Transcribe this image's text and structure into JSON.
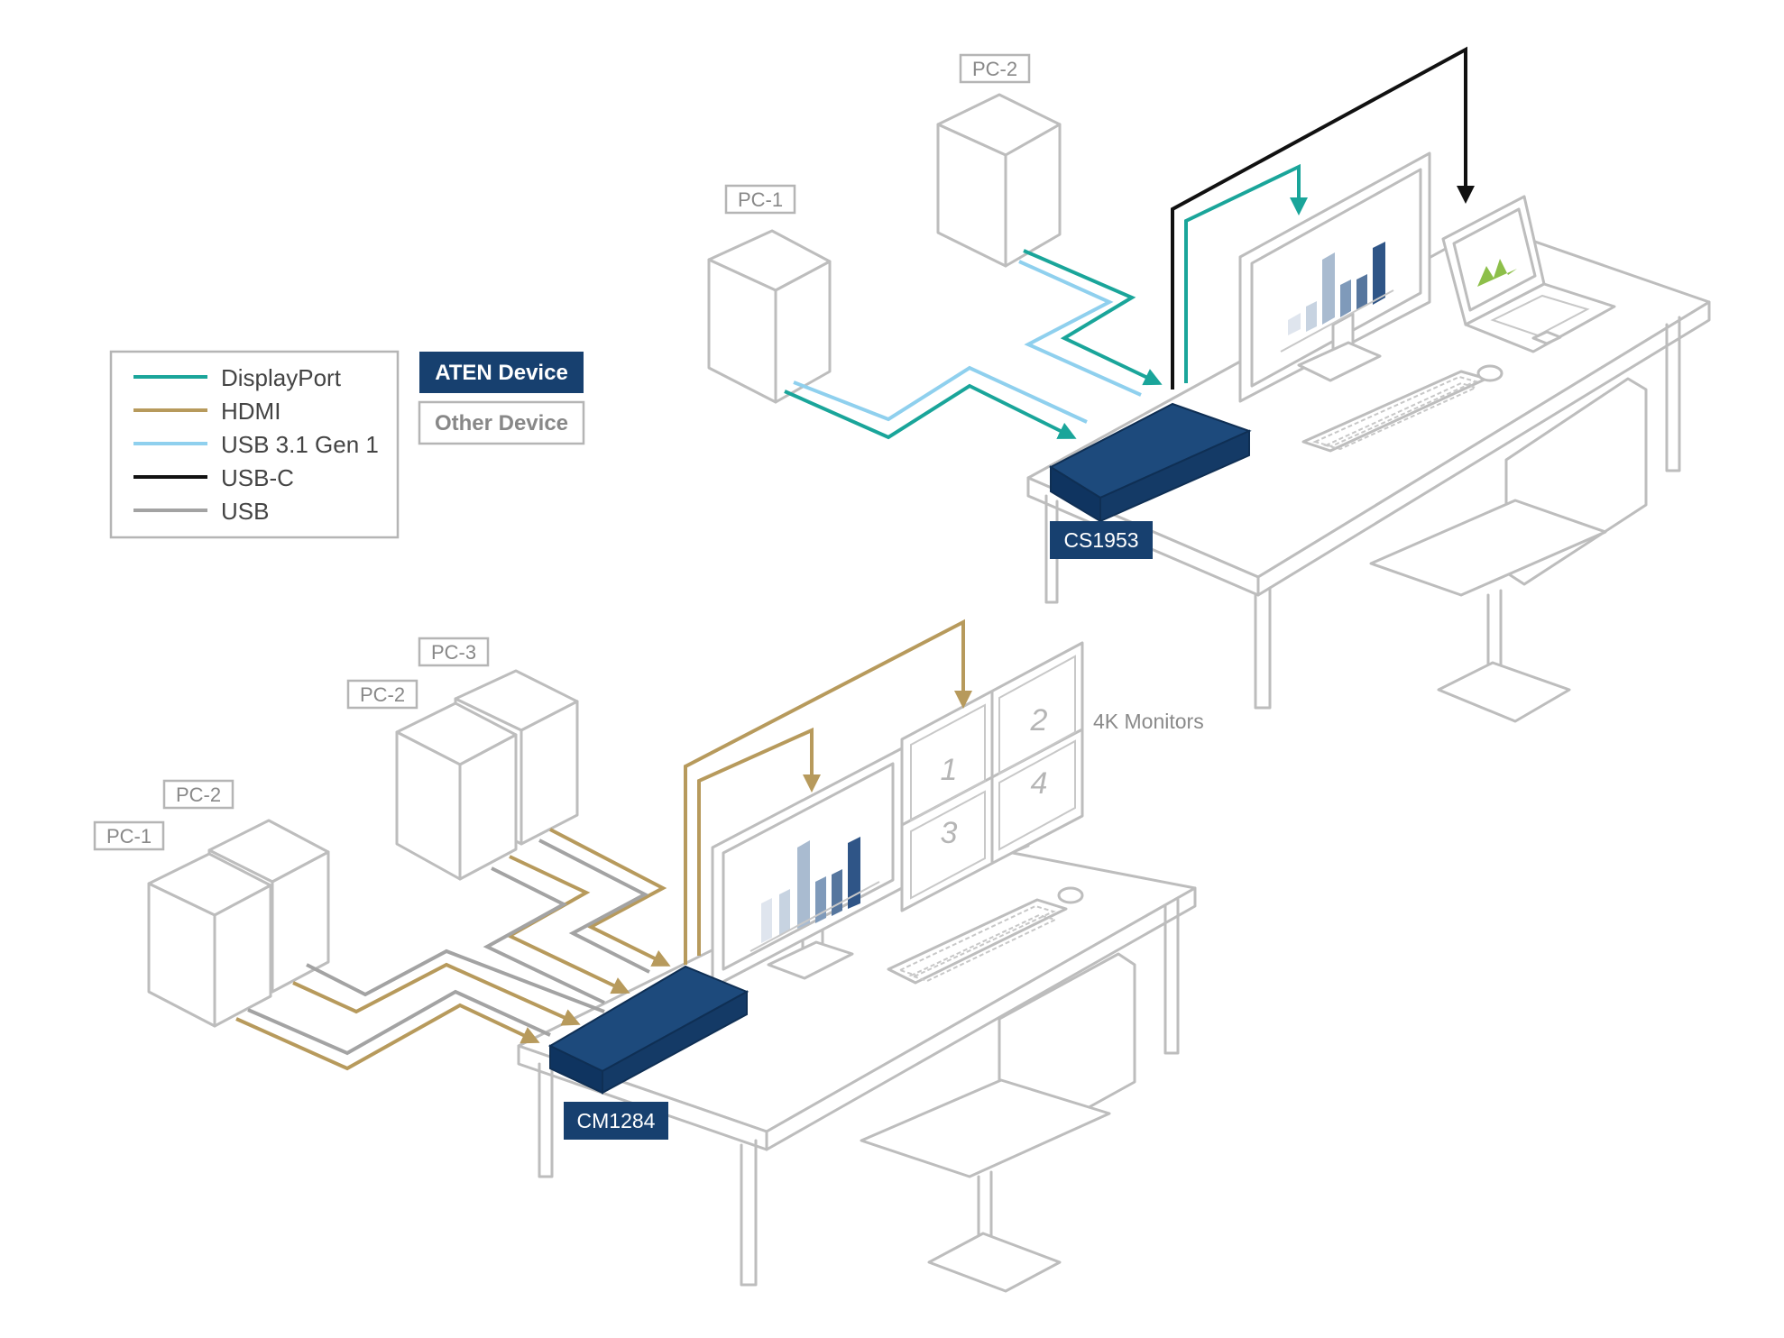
{
  "legend": {
    "items": [
      {
        "label": "DisplayPort",
        "color": "#1aa59a"
      },
      {
        "label": "HDMI",
        "color": "#b79a5c"
      },
      {
        "label": "USB 3.1 Gen 1",
        "color": "#8fd0ee"
      },
      {
        "label": "USB-C",
        "color": "#111111"
      },
      {
        "label": "USB",
        "color": "#a3a3a3"
      }
    ],
    "aten_device": "ATEN Device",
    "other_device": "Other Device"
  },
  "top_scene": {
    "pc1": "PC-1",
    "pc2": "PC-2",
    "device": "CS1953"
  },
  "bottom_scene": {
    "pc1": "PC-1",
    "pc2_front": "PC-2",
    "pc2_back": "PC-2",
    "pc3": "PC-3",
    "device": "CM1284",
    "monitors_label": "4K Monitors",
    "screen_numbers": [
      "1",
      "2",
      "3",
      "4"
    ]
  },
  "colors": {
    "aten": "#17406f",
    "displayport": "#1aa59a",
    "hdmi": "#b79a5c",
    "usb31": "#8fd0ee",
    "usbc": "#111111",
    "usb": "#a3a3a3",
    "outline": "#bdbdbd"
  }
}
